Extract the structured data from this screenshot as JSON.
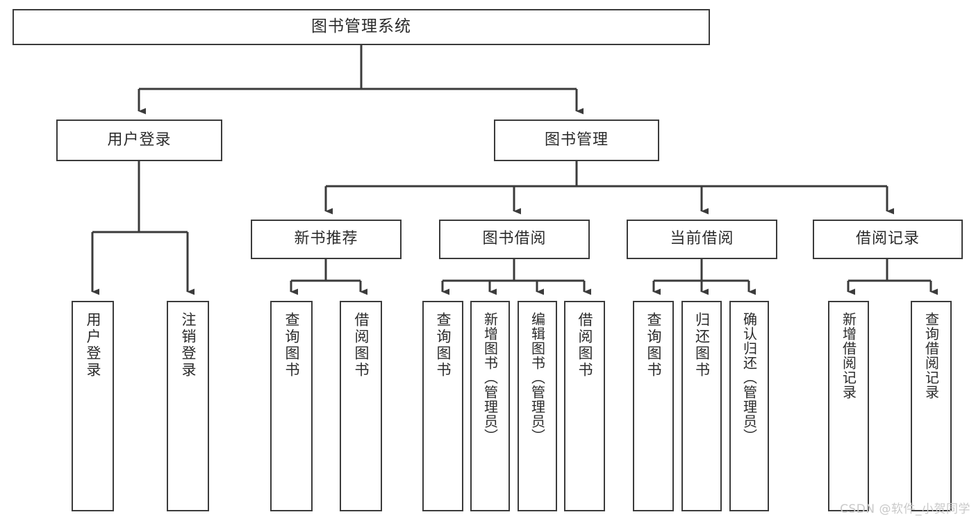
{
  "diagram": {
    "title": "图书管理系统",
    "type": "tree",
    "levels": {
      "root": {
        "label": "图书管理系统"
      },
      "level2": [
        {
          "label": "用户登录"
        },
        {
          "label": "图书管理"
        }
      ],
      "level3": [
        {
          "label": "新书推荐"
        },
        {
          "label": "图书借阅"
        },
        {
          "label": "当前借阅"
        },
        {
          "label": "借阅记录"
        }
      ],
      "leaves": {
        "user_login": [
          {
            "label": "用户登录"
          },
          {
            "label": "注销登录"
          }
        ],
        "new_book_recommend": [
          {
            "label": "查询图书"
          },
          {
            "label": "借阅图书"
          }
        ],
        "book_borrow": [
          {
            "label": "查询图书"
          },
          {
            "label": "新增图书（管理员）"
          },
          {
            "label": "编辑图书（管理员）"
          },
          {
            "label": "借阅图书"
          }
        ],
        "current_borrow": [
          {
            "label": "查询图书"
          },
          {
            "label": "归还图书"
          },
          {
            "label": "确认归还（管理员）"
          }
        ],
        "borrow_record": [
          {
            "label": "新增借阅记录"
          },
          {
            "label": "查询借阅记录"
          }
        ]
      }
    },
    "watermark": "CSDN @软件_小贺同学",
    "colors": {
      "stroke": "#3b3b3b",
      "fill": "#ffffff",
      "text": "#2b2b2b",
      "watermark": "#c9c9c9"
    }
  }
}
